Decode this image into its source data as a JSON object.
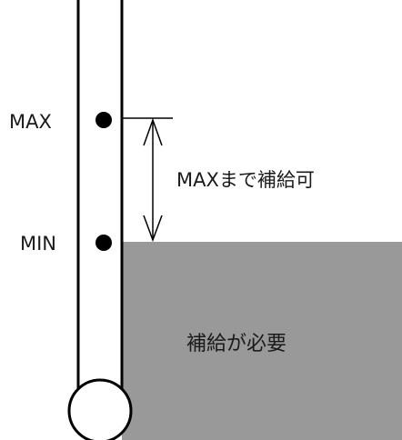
{
  "labels": {
    "max_mark": "MAX",
    "min_mark": "MIN",
    "refill_range": "MAXまで補給可",
    "refill_required": "補給が必要"
  },
  "colors": {
    "line": "#000000",
    "fill_area": "#999999",
    "background": "#ffffff",
    "text": "#1a1a1a"
  }
}
